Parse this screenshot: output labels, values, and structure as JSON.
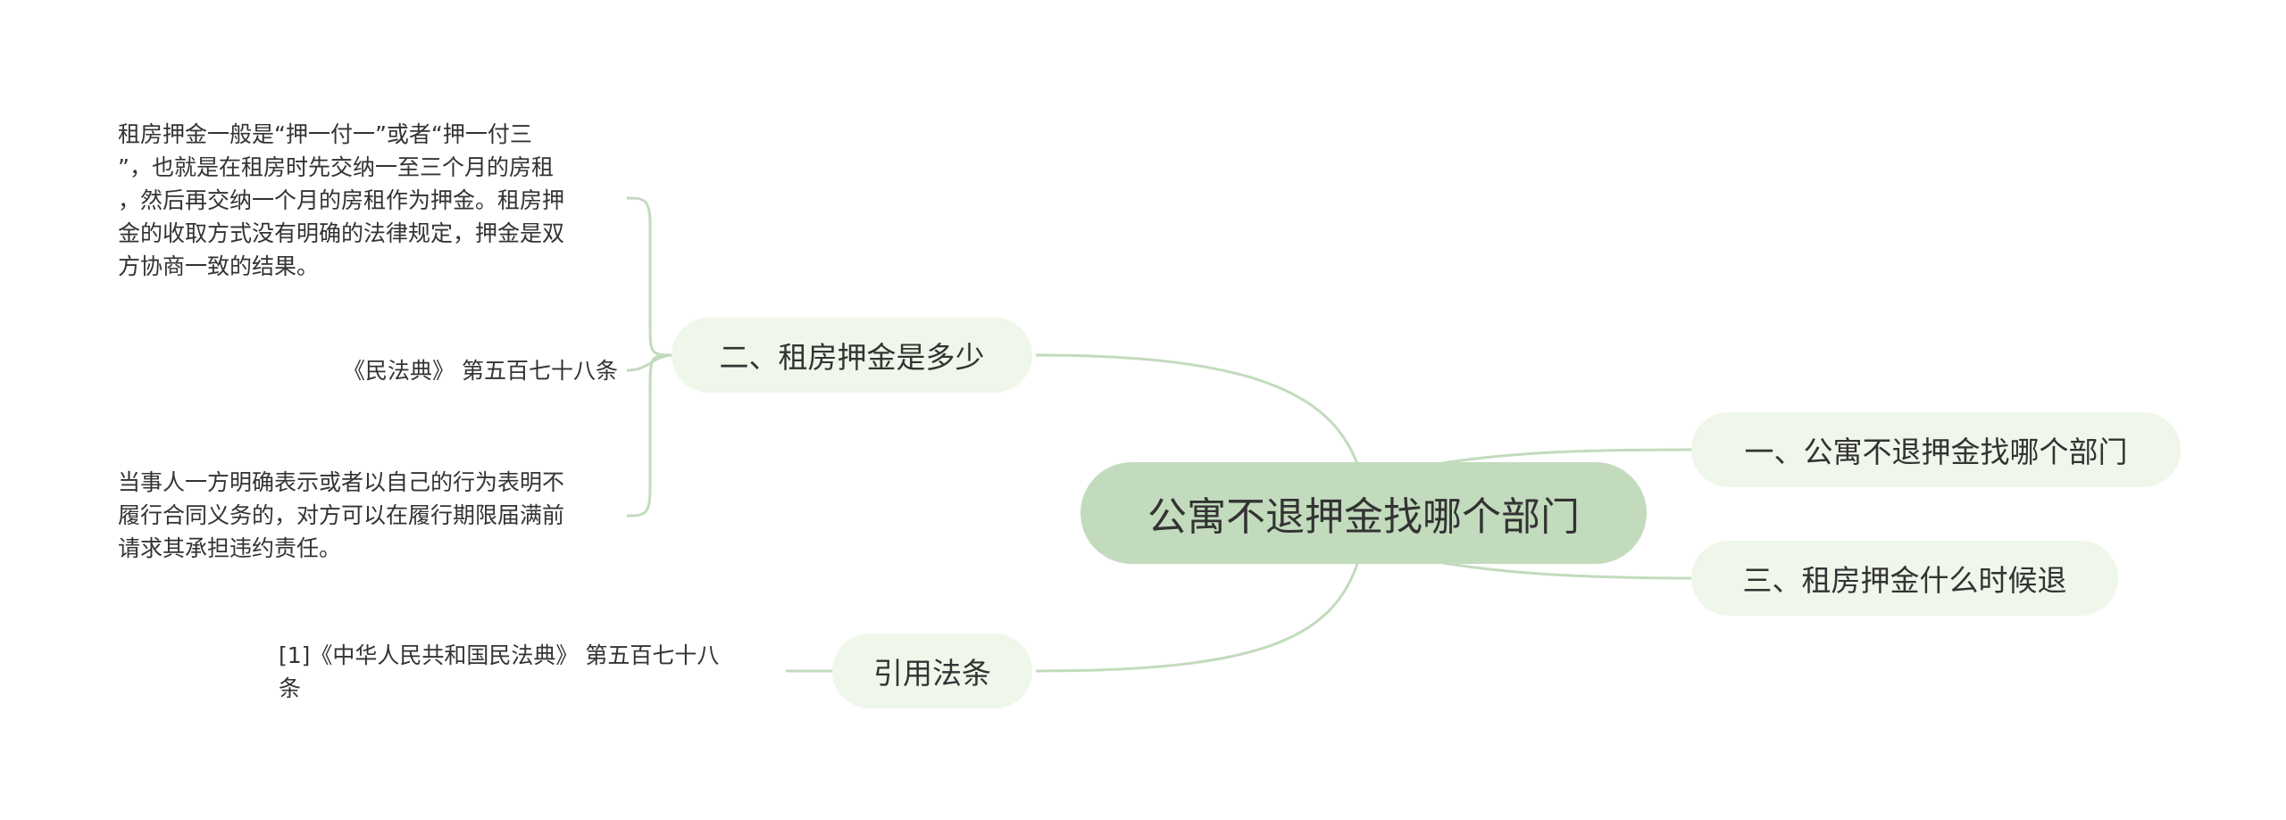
{
  "central_topic": "公寓不退押金找哪个部门",
  "branches": {
    "b1": {
      "label": "一、公寓不退押金找哪个部门"
    },
    "b2": {
      "label": "二、租房押金是多少",
      "children": [
        {
          "lines": [
            "租房押金一般是“押一付一”或者“押一付三",
            "”，也就是在租房时先交纳一至三个月的房租",
            "，然后再交纳一个月的房租作为押金。租房押",
            "金的收取方式没有明确的法律规定，押金是双",
            "方协商一致的结果。"
          ]
        },
        {
          "lines": [
            "《民法典》 第五百七十八条"
          ]
        },
        {
          "lines": [
            "当事人一方明确表示或者以自己的行为表明不",
            "履行合同义务的，对方可以在履行期限届满前",
            "请求其承担违约责任。"
          ]
        }
      ]
    },
    "b3": {
      "label": "三、租房押金什么时候退"
    },
    "b4": {
      "label": "引用法条",
      "children": [
        {
          "lines": [
            "[1]《中华人民共和国民法典》 第五百七十八",
            "条"
          ]
        }
      ]
    }
  },
  "colors": {
    "root_fill": "#c2dbbd",
    "topic_fill": "#eff6ea",
    "link": "#c2dbbd",
    "text": "#333333"
  }
}
